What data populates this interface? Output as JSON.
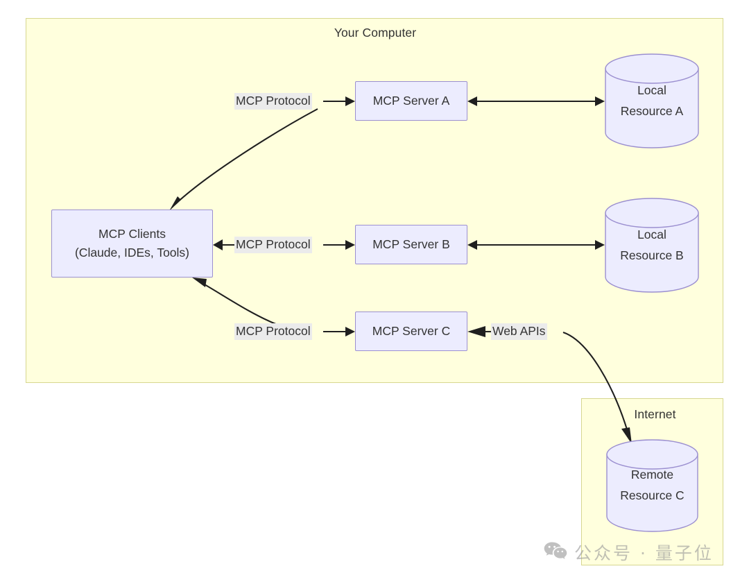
{
  "diagram": {
    "groups": [
      {
        "id": "your-computer",
        "title": "Your Computer"
      },
      {
        "id": "internet",
        "title": "Internet"
      }
    ],
    "nodes": [
      {
        "id": "mcp-clients",
        "line1": "MCP Clients",
        "line2": "(Claude, IDEs, Tools)"
      },
      {
        "id": "server-a",
        "label": "MCP Server A"
      },
      {
        "id": "server-b",
        "label": "MCP Server B"
      },
      {
        "id": "server-c",
        "label": "MCP Server C"
      }
    ],
    "databases": [
      {
        "id": "local-a",
        "line1": "Local",
        "line2": "Resource A"
      },
      {
        "id": "local-b",
        "line1": "Local",
        "line2": "Resource B"
      },
      {
        "id": "remote-c",
        "line1": "Remote",
        "line2": "Resource C"
      }
    ],
    "edge_labels": {
      "protocol_a": "MCP Protocol",
      "protocol_b": "MCP Protocol",
      "protocol_c": "MCP Protocol",
      "web_apis": "Web APIs"
    },
    "colors": {
      "group_fill": "#ffffdd",
      "group_stroke": "#d6d68f",
      "node_fill": "#ececfe",
      "node_stroke": "#9b8fd0",
      "edge_label_fill": "#ebebeb",
      "arrow": "#1f1f1f",
      "text": "#333333"
    }
  },
  "watermark": {
    "text": "公众号 · 量子位",
    "icon": "wechat-icon"
  }
}
